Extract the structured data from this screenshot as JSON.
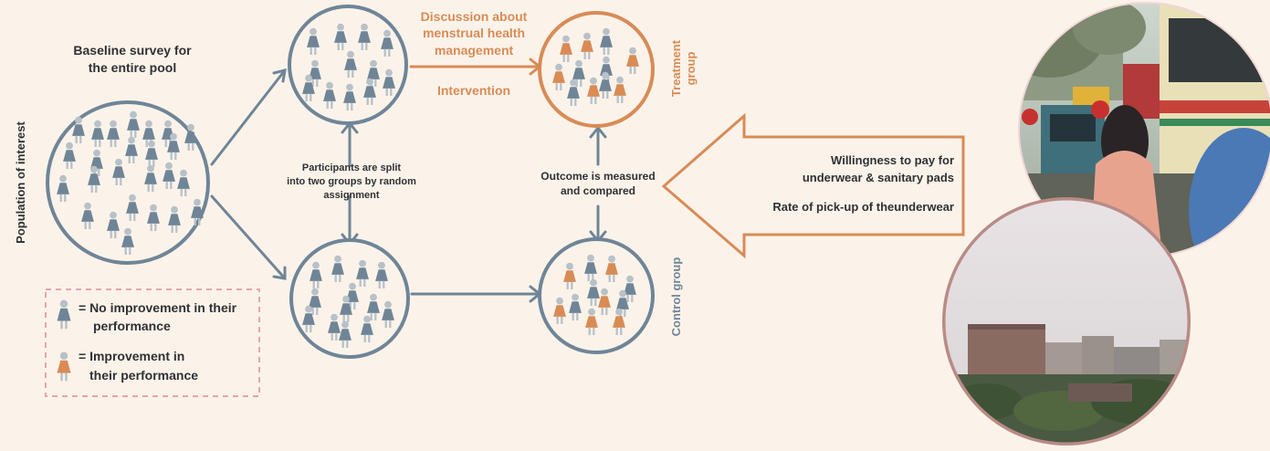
{
  "colors": {
    "background": "#fbf3ea",
    "slate": "#6f8597",
    "orange": "#d98b55",
    "legend_border": "#e8a3b0",
    "text": "#2f3134"
  },
  "population_label": "Population of interest",
  "baseline_label": [
    "Baseline survey for",
    "the entire pool"
  ],
  "split_label": [
    "Participants are split",
    "into two groups by random",
    "assignment"
  ],
  "discussion_label": [
    "Discussion about",
    "menstrual health",
    "management"
  ],
  "intervention_label": "Intervention",
  "treatment_label": [
    "Treatment",
    "group"
  ],
  "control_label": "Control group",
  "outcome_label": [
    "Outcome is measured",
    "and compared"
  ],
  "measures": [
    [
      "Willingness to pay for",
      "underwear & sanitary pads"
    ],
    [
      "Rate of pick-up of theunderwear"
    ]
  ],
  "legend": [
    {
      "color": "slate",
      "lines": [
        "= No improvement in their",
        "performance"
      ]
    },
    {
      "color": "orange",
      "lines": [
        "= Improvement in",
        "their performance"
      ]
    }
  ],
  "icons": {
    "person": "person-icon",
    "street_photo": "street-scene-photo",
    "city_photo": "city-skyline-photo"
  }
}
